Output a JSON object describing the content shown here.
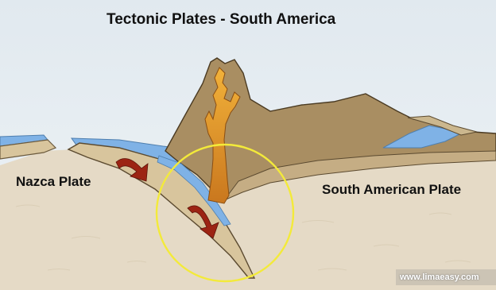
{
  "title": "Tectonic Plates - South America",
  "labels": {
    "nazca_plate": "Nazca Plate",
    "south_american_plate": "South American Plate"
  },
  "watermark": "www.limaeasy.com",
  "colors": {
    "sky": "#e4edf3",
    "mantle": "#e5dac6",
    "oceanic_plate": "#d8c59d",
    "mountain": "#a98e62",
    "water": "#7fb2e6",
    "magma": "#e69626",
    "arrows": "#9c2413",
    "highlight_circle": "#f3ea3a"
  },
  "icons": [
    "subduction-arrow-icon",
    "highlight-circle"
  ]
}
